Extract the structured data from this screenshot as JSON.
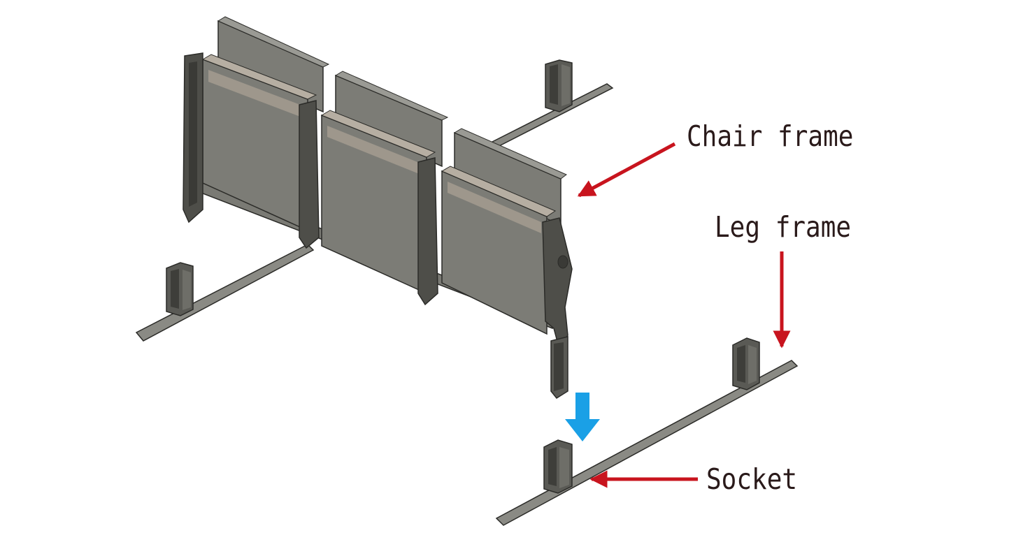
{
  "labels": {
    "chair_frame": "Chair frame",
    "leg_frame": "Leg frame",
    "socket": "Socket"
  },
  "colors": {
    "annotation_arrow": "#c8141e",
    "assembly_arrow": "#1aa0e6",
    "seat_fill": "#7c7c76",
    "seat_dark": "#44443f",
    "seat_light": "#b6aea2",
    "outline": "#2b2b28",
    "rail_fill": "#8a8a84"
  },
  "icons": {
    "assembly_direction": "down-arrow-icon"
  }
}
